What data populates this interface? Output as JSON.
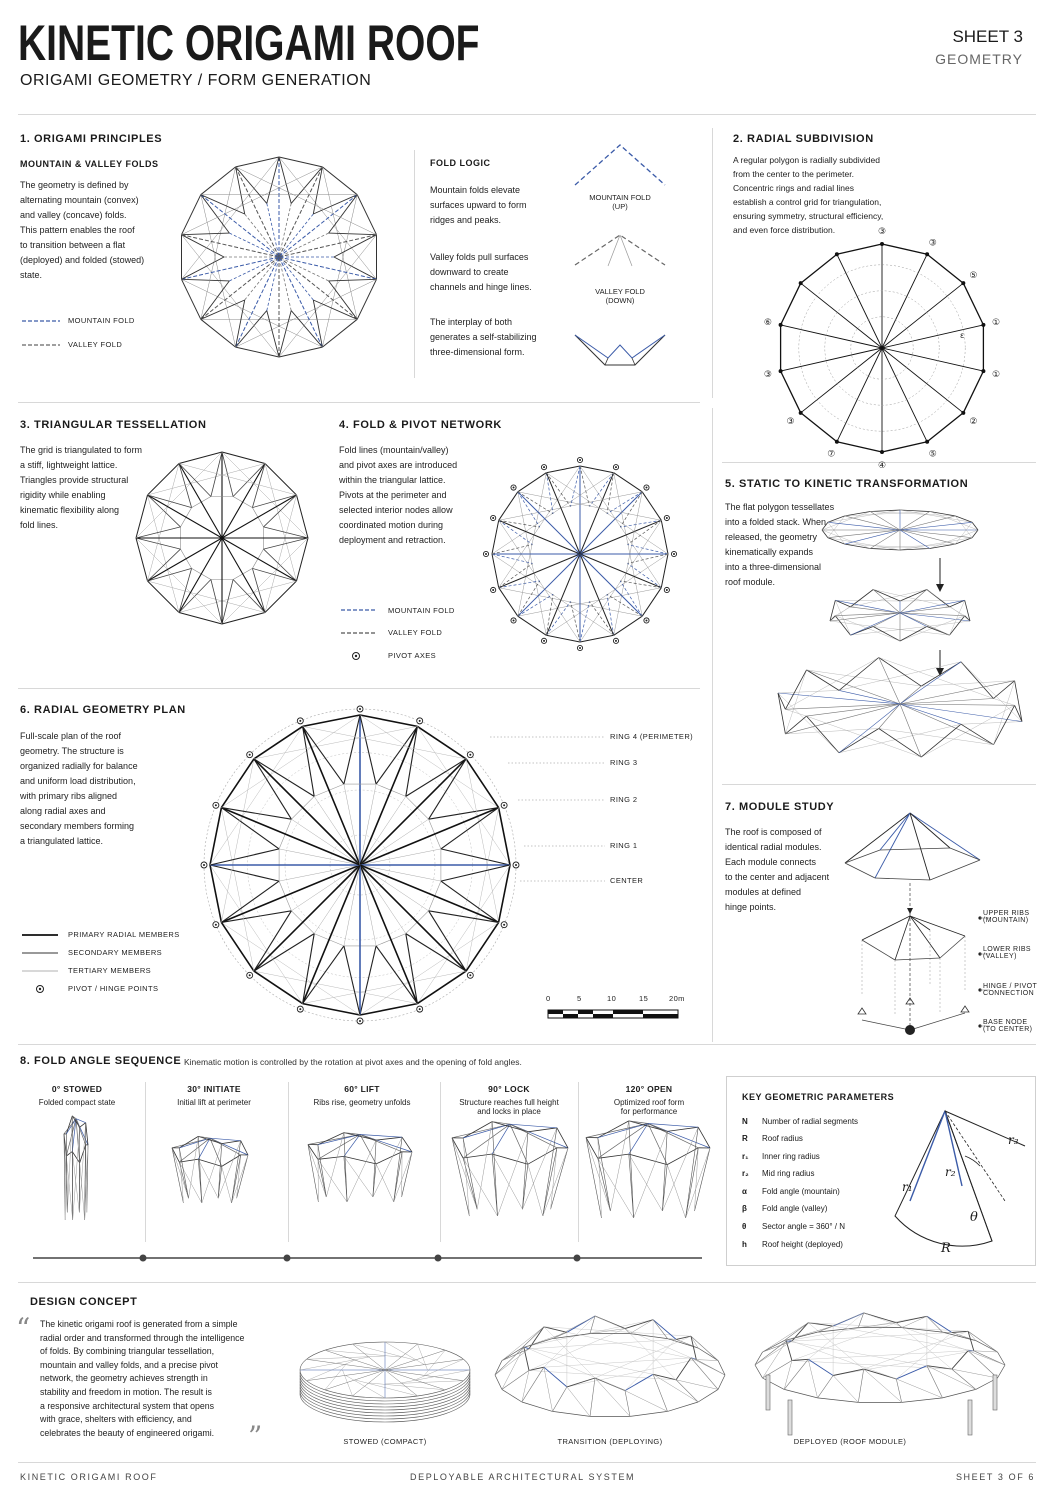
{
  "header": {
    "title": "KINETIC ORIGAMI ROOF",
    "subtitle": "ORIGAMI GEOMETRY / FORM GENERATION",
    "sheet": "SHEET 3",
    "sheet_topic": "GEOMETRY"
  },
  "s1": {
    "title": "1. ORIGAMI PRINCIPLES",
    "sub": "MOUNTAIN & VALLEY FOLDS",
    "body": [
      "The geometry is defined by",
      "alternating mountain (convex)",
      "and valley (concave) folds.",
      "This pattern enables the roof",
      "to transition between a flat",
      "(deployed) and folded (stowed)",
      "state."
    ],
    "legend_mountain": "MOUNTAIN FOLD",
    "legend_valley": "VALLEY FOLD",
    "logic_title": "FOLD LOGIC",
    "logic1": [
      "Mountain folds elevate",
      "surfaces upward to form",
      "ridges and peaks."
    ],
    "logic2": [
      "Valley folds pull surfaces",
      "downward to create",
      "channels and hinge lines."
    ],
    "logic3": [
      "The interplay of both",
      "generates a self-stabilizing",
      "three-dimensional form."
    ],
    "mountain_up": [
      "MOUNTAIN FOLD",
      "(UP)"
    ],
    "valley_down": [
      "VALLEY FOLD",
      "(DOWN)"
    ]
  },
  "s2": {
    "title": "2. RADIAL SUBDIVISION",
    "body": [
      "A regular polygon is radially subdivided",
      "from the center to the perimeter.",
      "Concentric rings and radial lines",
      "establish a control grid for triangulation,",
      "ensuring symmetry, structural efficiency,",
      "and even force distribution."
    ],
    "markers": [
      "③",
      "③",
      "⑤",
      "①",
      "①",
      "②",
      "⑤",
      "④",
      "⑦",
      "③",
      "③",
      "⑥"
    ],
    "inner_mark": "ɛ"
  },
  "s3": {
    "title": "3. TRIANGULAR TESSELLATION",
    "body": [
      "The grid is triangulated to form",
      "a stiff, lightweight lattice.",
      "Triangles provide structural",
      "rigidity while enabling",
      "kinematic flexibility along",
      "fold lines."
    ]
  },
  "s4": {
    "title": "4. FOLD & PIVOT NETWORK",
    "body": [
      "Fold lines (mountain/valley)",
      "and pivot axes are introduced",
      "within the triangular lattice.",
      "Pivots at the perimeter and",
      "selected interior nodes allow",
      "coordinated motion during",
      "deployment and retraction."
    ],
    "legend": [
      "MOUNTAIN FOLD",
      "VALLEY FOLD",
      "PIVOT AXES"
    ]
  },
  "s5": {
    "title": "5. STATIC TO KINETIC TRANSFORMATION",
    "body": [
      "The flat polygon tessellates",
      "into a folded stack. When",
      "released, the geometry",
      "kinematically expands",
      "into a three-dimensional",
      "roof module."
    ]
  },
  "s6": {
    "title": "6. RADIAL GEOMETRY PLAN",
    "body": [
      "Full-scale plan of the roof",
      "geometry. The structure is",
      "organized radially for balance",
      "and uniform load distribution,",
      "with primary ribs aligned",
      "along radial axes and",
      "secondary members forming",
      "a triangulated lattice."
    ],
    "rings": [
      "RING 4 (PERIMETER)",
      "RING 3",
      "RING 2",
      "RING 1",
      "CENTER"
    ],
    "legend": [
      "PRIMARY RADIAL MEMBERS",
      "SECONDARY MEMBERS",
      "TERTIARY MEMBERS",
      "PIVOT / HINGE POINTS"
    ],
    "scale": [
      "0",
      "5",
      "10",
      "15",
      "20m"
    ]
  },
  "s7": {
    "title": "7.  MODULE STUDY",
    "body": [
      "The roof is composed of",
      "identical radial modules.",
      "Each module connects",
      "to the center and adjacent",
      "modules at defined",
      "hinge points."
    ],
    "labels": [
      [
        "UPPER RIBS",
        "(MOUNTAIN)"
      ],
      [
        "LOWER RIBS",
        "(VALLEY)"
      ],
      [
        "HINGE / PIVOT",
        "CONNECTION"
      ],
      [
        "BASE NODE",
        "(TO CENTER)"
      ]
    ]
  },
  "s8": {
    "title": "8. FOLD ANGLE SEQUENCE",
    "desc": "Kinematic motion is controlled by the rotation at pivot axes and the opening of fold angles.",
    "steps": [
      {
        "label": "0° STOWED",
        "cap": [
          "Folded compact state"
        ]
      },
      {
        "label": "30° INITIATE",
        "cap": [
          "Initial lift at perimeter"
        ]
      },
      {
        "label": "60° LIFT",
        "cap": [
          "Ribs rise, geometry unfolds"
        ]
      },
      {
        "label": "90° LOCK",
        "cap": [
          "Structure reaches full height",
          "and locks in place"
        ]
      },
      {
        "label": "120° OPEN",
        "cap": [
          "Optimized roof form",
          "for performance"
        ]
      }
    ]
  },
  "params": {
    "title": "KEY GEOMETRIC PARAMETERS",
    "rows": [
      {
        "sym": "N",
        "desc": "Number of radial segments"
      },
      {
        "sym": "R",
        "desc": "Roof radius"
      },
      {
        "sym": "r₁",
        "desc": "Inner ring radius"
      },
      {
        "sym": "r₂",
        "desc": "Mid ring radius"
      },
      {
        "sym": "α",
        "desc": "Fold angle (mountain)"
      },
      {
        "sym": "β",
        "desc": "Fold angle (valley)"
      },
      {
        "sym": "θ",
        "desc": "Sector angle = 360° / N"
      },
      {
        "sym": "h",
        "desc": "Roof height (deployed)"
      }
    ],
    "diagram_labels": {
      "r1": "r₁",
      "r2": "r₂",
      "r3": "r₃",
      "theta": "θ",
      "R": "R"
    }
  },
  "concept": {
    "title": "DESIGN CONCEPT",
    "body": [
      "The kinetic origami roof is generated from a simple",
      "radial order and transformed through the intelligence",
      "of folds. By combining triangular tessellation,",
      "mountain and valley folds, and a precise pivot",
      "network, the geometry achieves strength in",
      "stability and freedom in motion. The result is",
      "a responsive architectural system that opens",
      "with grace, shelters with efficiency, and",
      "celebrates the beauty of engineered origami."
    ],
    "quote_open": "“",
    "quote_close": "”",
    "captions": [
      "STOWED (COMPACT)",
      "TRANSITION (DEPLOYING)",
      "DEPLOYED (ROOF MODULE)"
    ]
  },
  "footer": {
    "left": "KINETIC ORIGAMI ROOF",
    "center": "DEPLOYABLE ARCHITECTURAL SYSTEM",
    "right": "SHEET 3 OF 6"
  },
  "colors": {
    "ink": "#1a1a1a",
    "blue": "#3b5ba8",
    "grey": "#888888",
    "rule": "#d8d8d8"
  }
}
